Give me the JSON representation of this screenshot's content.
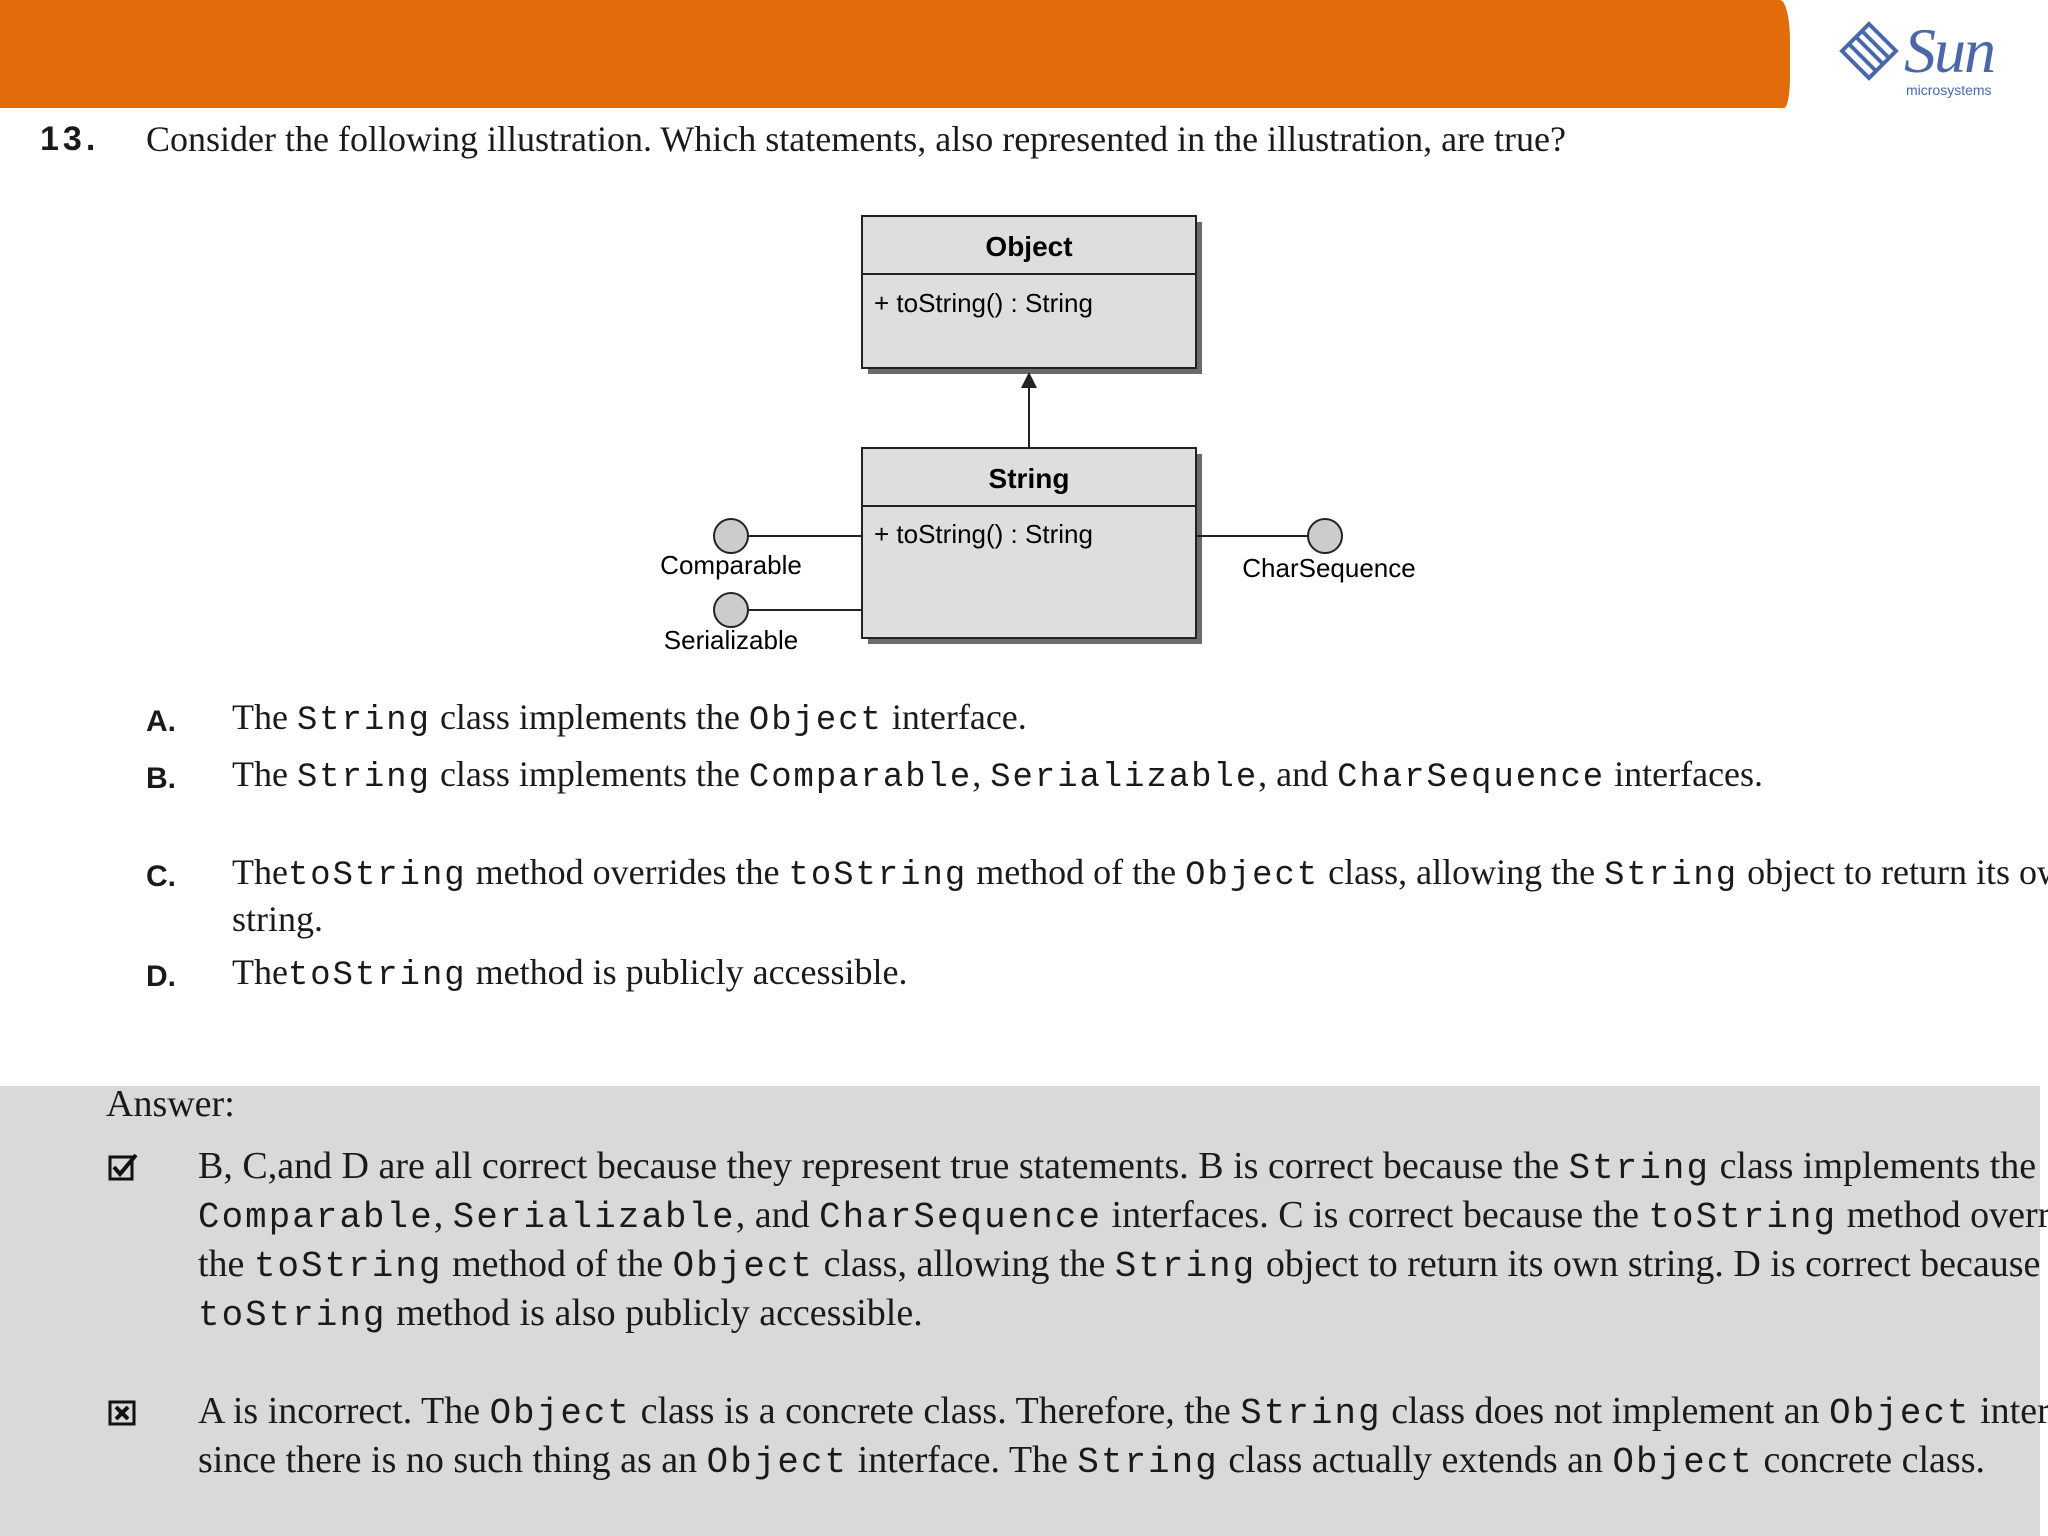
{
  "header": {
    "logo": {
      "word": "Sun",
      "sub": "microsystems",
      "brand_color": "#4a68a8"
    },
    "band_color": "#e36c0a"
  },
  "question": {
    "number": "13.",
    "text": "Consider the following illustration. Which statements, also represented in the illustration, are true?"
  },
  "diagram": {
    "object_class": {
      "name": "Object",
      "method": "+ toString() : String"
    },
    "string_class": {
      "name": "String",
      "method": "+ toString() : String"
    },
    "interfaces": {
      "comparable": "Comparable",
      "serializable": "Serializable",
      "charsequence": "CharSequence"
    }
  },
  "options": {
    "A": {
      "letter": "A.",
      "t1": "The ",
      "c1": "String",
      "t2": " class implements the ",
      "c2": "Object",
      "t3": " interface."
    },
    "B": {
      "letter": "B.",
      "t1": "The ",
      "c1": "String",
      "t2": " class implements the ",
      "c2": "Comparable",
      "t3": ", ",
      "c3": "Serializable",
      "t4": ", and ",
      "c4": "CharSequence",
      "t5": " interfaces."
    },
    "C": {
      "letter": "C.",
      "t1": " The",
      "c1": "toString",
      "t2": " method overrides the ",
      "c2": "toString",
      "t3": " method of the ",
      "c3": "Object",
      "t4": " class, allowing the ",
      "c4": "String",
      "t5": " object to return its own string."
    },
    "D": {
      "letter": "D.",
      "t1": " The",
      "c1": "toString",
      "t2": " method is publicly accessible."
    }
  },
  "answer": {
    "heading": "Answer:",
    "correct": {
      "t1": " B, C,and D are all correct because they represent true statements. B is correct because the ",
      "c1": "String",
      "t2": " class implements the ",
      "c2": "Comparable",
      "t3": ", ",
      "c3": "Serializable",
      "t4": ", and ",
      "c4": "CharSequence",
      "t5": " interfaces. C is correct because the ",
      "c5": "toString",
      "t6": " method overrides the ",
      "c6": "toString",
      "t7": " method of the ",
      "c7": "Object",
      "t8": " class, allowing the ",
      "c8": "String",
      "t9": " object to return its own string. D is correct because the ",
      "c9": "toString",
      "t10": " method is also publicly accessible."
    },
    "incorrect": {
      "t1": "A is incorrect. The ",
      "c1": "Object",
      "t2": " class is a concrete class. Therefore, the ",
      "c2": "String",
      "t3": " class does not implement an ",
      "c3": "Object",
      "t4": " interface since there is no such thing as an ",
      "c4": "Object",
      "t5": " interface. The ",
      "c5": "String",
      "t6": " class actually extends an ",
      "c6": "Object",
      "t7": " concrete class."
    }
  }
}
